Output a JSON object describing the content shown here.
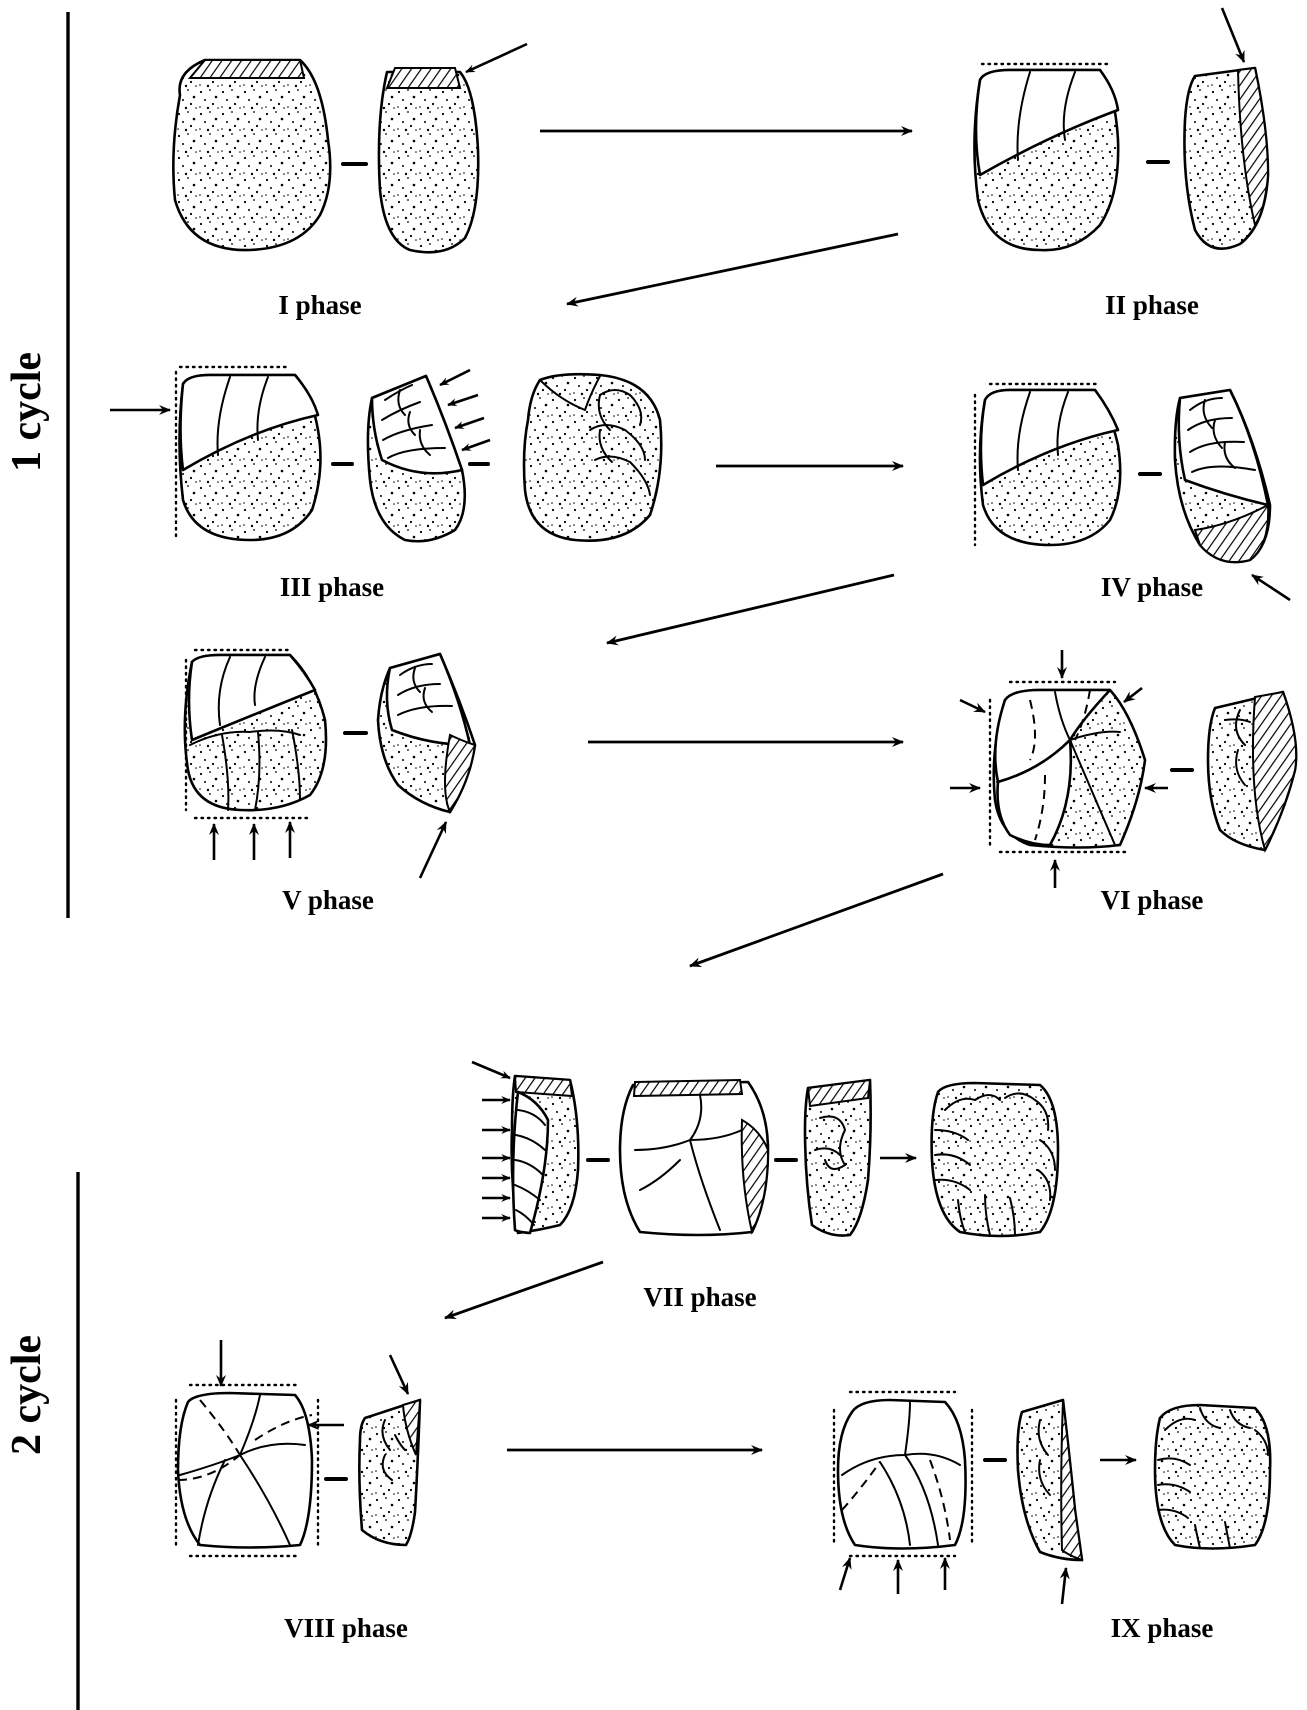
{
  "cycles": [
    {
      "label": "1 cycle"
    },
    {
      "label": "2 cycle"
    }
  ],
  "phases": [
    {
      "label": "I phase"
    },
    {
      "label": "II phase"
    },
    {
      "label": "III phase"
    },
    {
      "label": "IV phase"
    },
    {
      "label": "V phase"
    },
    {
      "label": "VI phase"
    },
    {
      "label": "VII phase"
    },
    {
      "label": "VIII phase"
    },
    {
      "label": "IX phase"
    }
  ],
  "colors": {
    "ink": "#000000",
    "paper": "#ffffff"
  }
}
